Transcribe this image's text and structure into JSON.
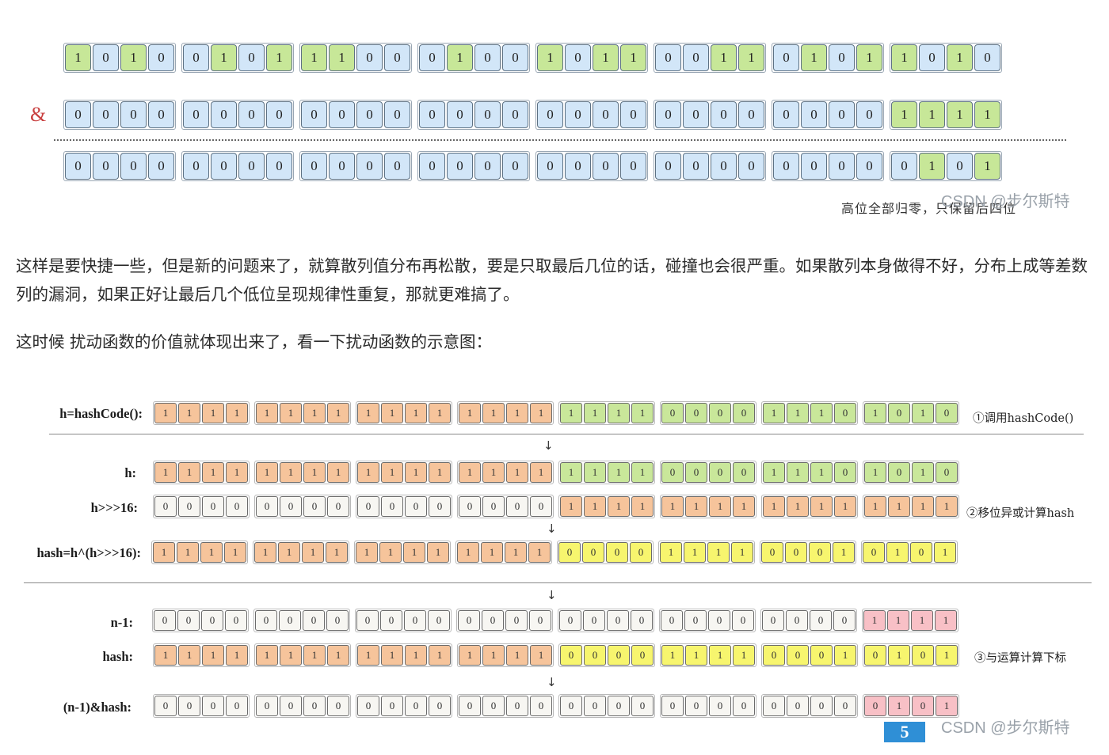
{
  "colors": {
    "blue": "#d2e6f8",
    "green": "#c7e798",
    "orange": "#f6c49b",
    "light_green": "#c9e79a",
    "white": "#f7f6f2",
    "yellow": "#f7f56e",
    "pink": "#f8c0c6",
    "ampersand": "#c94040",
    "badge": "#2f8fd6"
  },
  "fig1": {
    "operator": "&",
    "caption": "高位全部归零，只保留后四位",
    "watermark": "CSDN @步尔斯特",
    "rows": [
      {
        "bits": "10100101110001001011001101011010",
        "one_color": "green",
        "zero_color": "blue"
      },
      {
        "bits": "00000000000000000000000000001111",
        "one_color": "green",
        "zero_color": "blue"
      },
      {
        "bits": "00000000000000000000000000000101",
        "one_color": "green",
        "zero_color": "blue"
      }
    ]
  },
  "paragraphs": {
    "p1": "这样是要快捷一些，但是新的问题来了，就算散列值分布再松散，要是只取最后几位的话，碰撞也会很严重。如果散列本身做得不好，分布上成等差数列的漏洞，如果正好让最后几个低位呈现规律性重复，那就更难搞了。",
    "p2": "这时候 扰动函数的价值就体现出来了，看一下扰动函数的示意图："
  },
  "fig2": {
    "rows": [
      {
        "label": "h=hashCode():",
        "bits": "11111111111111111111000011101010",
        "colors": [
          "orange",
          "orange",
          "orange",
          "orange",
          "light_green",
          "light_green",
          "light_green",
          "light_green"
        ]
      },
      {
        "label": "h:",
        "bits": "11111111111111111111000011101010",
        "colors": [
          "orange",
          "orange",
          "orange",
          "orange",
          "light_green",
          "light_green",
          "light_green",
          "light_green"
        ]
      },
      {
        "label": "h>>>16:",
        "bits": "00000000000000001111111111111111",
        "colors": [
          "white",
          "white",
          "white",
          "white",
          "orange",
          "orange",
          "orange",
          "orange"
        ]
      },
      {
        "label": "hash=h^(h>>>16):",
        "bits": "11111111111111110000111100010101",
        "colors": [
          "orange",
          "orange",
          "orange",
          "orange",
          "yellow",
          "yellow",
          "yellow",
          "yellow"
        ]
      },
      {
        "label": "n-1:",
        "bits": "00000000000000000000000000001111",
        "colors": [
          "white",
          "white",
          "white",
          "white",
          "white",
          "white",
          "white",
          "pink"
        ]
      },
      {
        "label": "hash:",
        "bits": "11111111111111110000111100010101",
        "colors": [
          "orange",
          "orange",
          "orange",
          "orange",
          "yellow",
          "yellow",
          "yellow",
          "yellow"
        ]
      },
      {
        "label": "(n-1)&hash:",
        "bits": "00000000000000000000000000000101",
        "colors": [
          "white",
          "white",
          "white",
          "white",
          "white",
          "white",
          "white",
          "pink"
        ]
      }
    ],
    "steps": {
      "s1": "①调用hashCode()",
      "s2": "②移位异或计算hash",
      "s3": "③与运算计算下标"
    },
    "arrow_glyph": "↓",
    "page_badge": "5",
    "watermark": "CSDN @步尔斯特"
  }
}
